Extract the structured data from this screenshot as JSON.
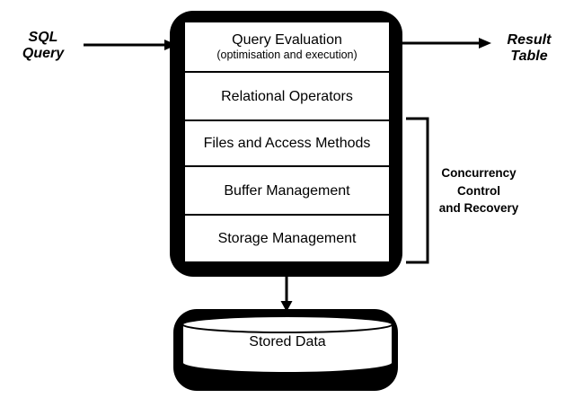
{
  "diagram": {
    "input_label": [
      "SQL",
      "Query"
    ],
    "output_label": [
      "Result",
      "Table"
    ],
    "engine": {
      "rows": [
        {
          "title": "Query Evaluation",
          "subtitle": "(optimisation and execution)"
        },
        {
          "title": "Relational Operators"
        },
        {
          "title": "Files and Access Methods"
        },
        {
          "title": "Buffer Management"
        },
        {
          "title": "Storage Management"
        }
      ]
    },
    "bracket_label": [
      "Concurrency",
      "Control",
      "and Recovery"
    ],
    "datastore_label": "Stored Data",
    "colors": {
      "ink": "#000000",
      "paper": "#ffffff"
    }
  }
}
